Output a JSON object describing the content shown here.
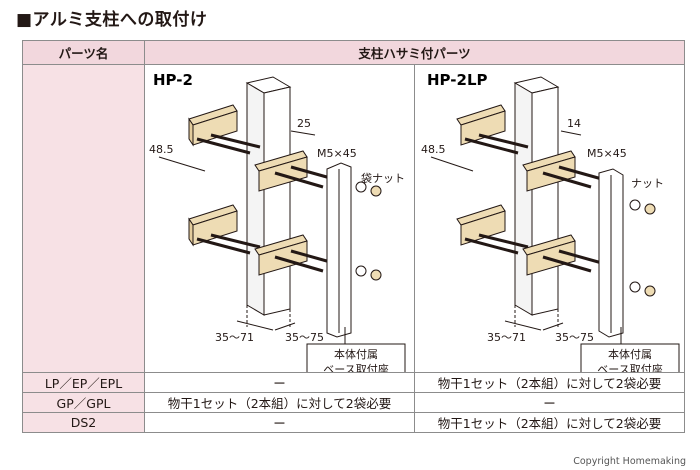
{
  "title": "■アルミ支柱への取付け",
  "table": {
    "header_left": "パーツ名",
    "header_right": "支柱ハサミ付パーツ",
    "diagrams": [
      {
        "model": "HP-2",
        "dim_side": "48.5",
        "dim_top": "25",
        "bolt": "M5×45",
        "nut": "袋ナット",
        "span_left": "35～71",
        "span_right": "35～75",
        "callout_line1": "本体付属",
        "callout_line2": "ベース取付座"
      },
      {
        "model": "HP-2LP",
        "dim_side": "48.5",
        "dim_top": "14",
        "bolt": "M5×45",
        "nut": "ナット",
        "span_left": "35～71",
        "span_right": "35～75",
        "callout_line1": "本体付属",
        "callout_line2": "ベース取付座"
      }
    ],
    "rows": [
      {
        "label": "LP／EP／EPL",
        "hp2": "ー",
        "hp2lp": "物干1セット（2本組）に対して2袋必要"
      },
      {
        "label": "GP／GPL",
        "hp2": "物干1セット（2本組）に対して2袋必要",
        "hp2lp": "ー"
      },
      {
        "label": "DS2",
        "hp2": "ー",
        "hp2lp": "物干1セット（2本組）に対して2袋必要"
      }
    ]
  },
  "copyright": "Copyright Homemaking",
  "colors": {
    "header_bg": "#f2d7dd",
    "label_bg": "#f7e1e5",
    "bracket_fill": "#eedcb4",
    "post_fill": "#ffffff",
    "line": "#231815"
  }
}
